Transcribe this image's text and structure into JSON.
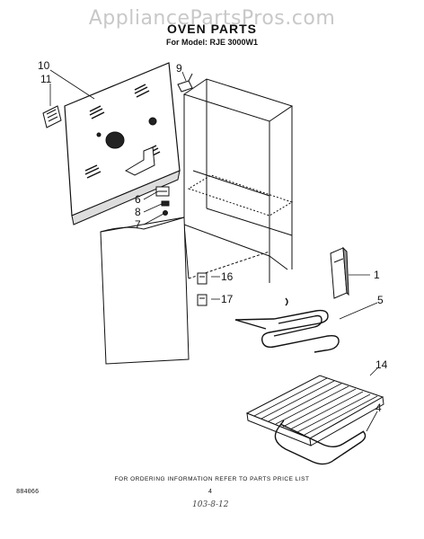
{
  "watermark": "AppliancePartsPros.com",
  "title": "OVEN PARTS",
  "subtitle": "For Model: RJE 3000W1",
  "callouts": [
    {
      "label": "10"
    },
    {
      "label": "11"
    },
    {
      "label": "9"
    },
    {
      "label": "6"
    },
    {
      "label": "8"
    },
    {
      "label": "7"
    },
    {
      "label": "16"
    },
    {
      "label": "17"
    },
    {
      "label": "1"
    },
    {
      "label": "5"
    },
    {
      "label": "14"
    },
    {
      "label": "4"
    }
  ],
  "footer_note": "FOR ORDERING INFORMATION REFER TO PARTS PRICE LIST",
  "doc_code": "884066",
  "page_number": "4",
  "handwritten_note": "103-8-12"
}
